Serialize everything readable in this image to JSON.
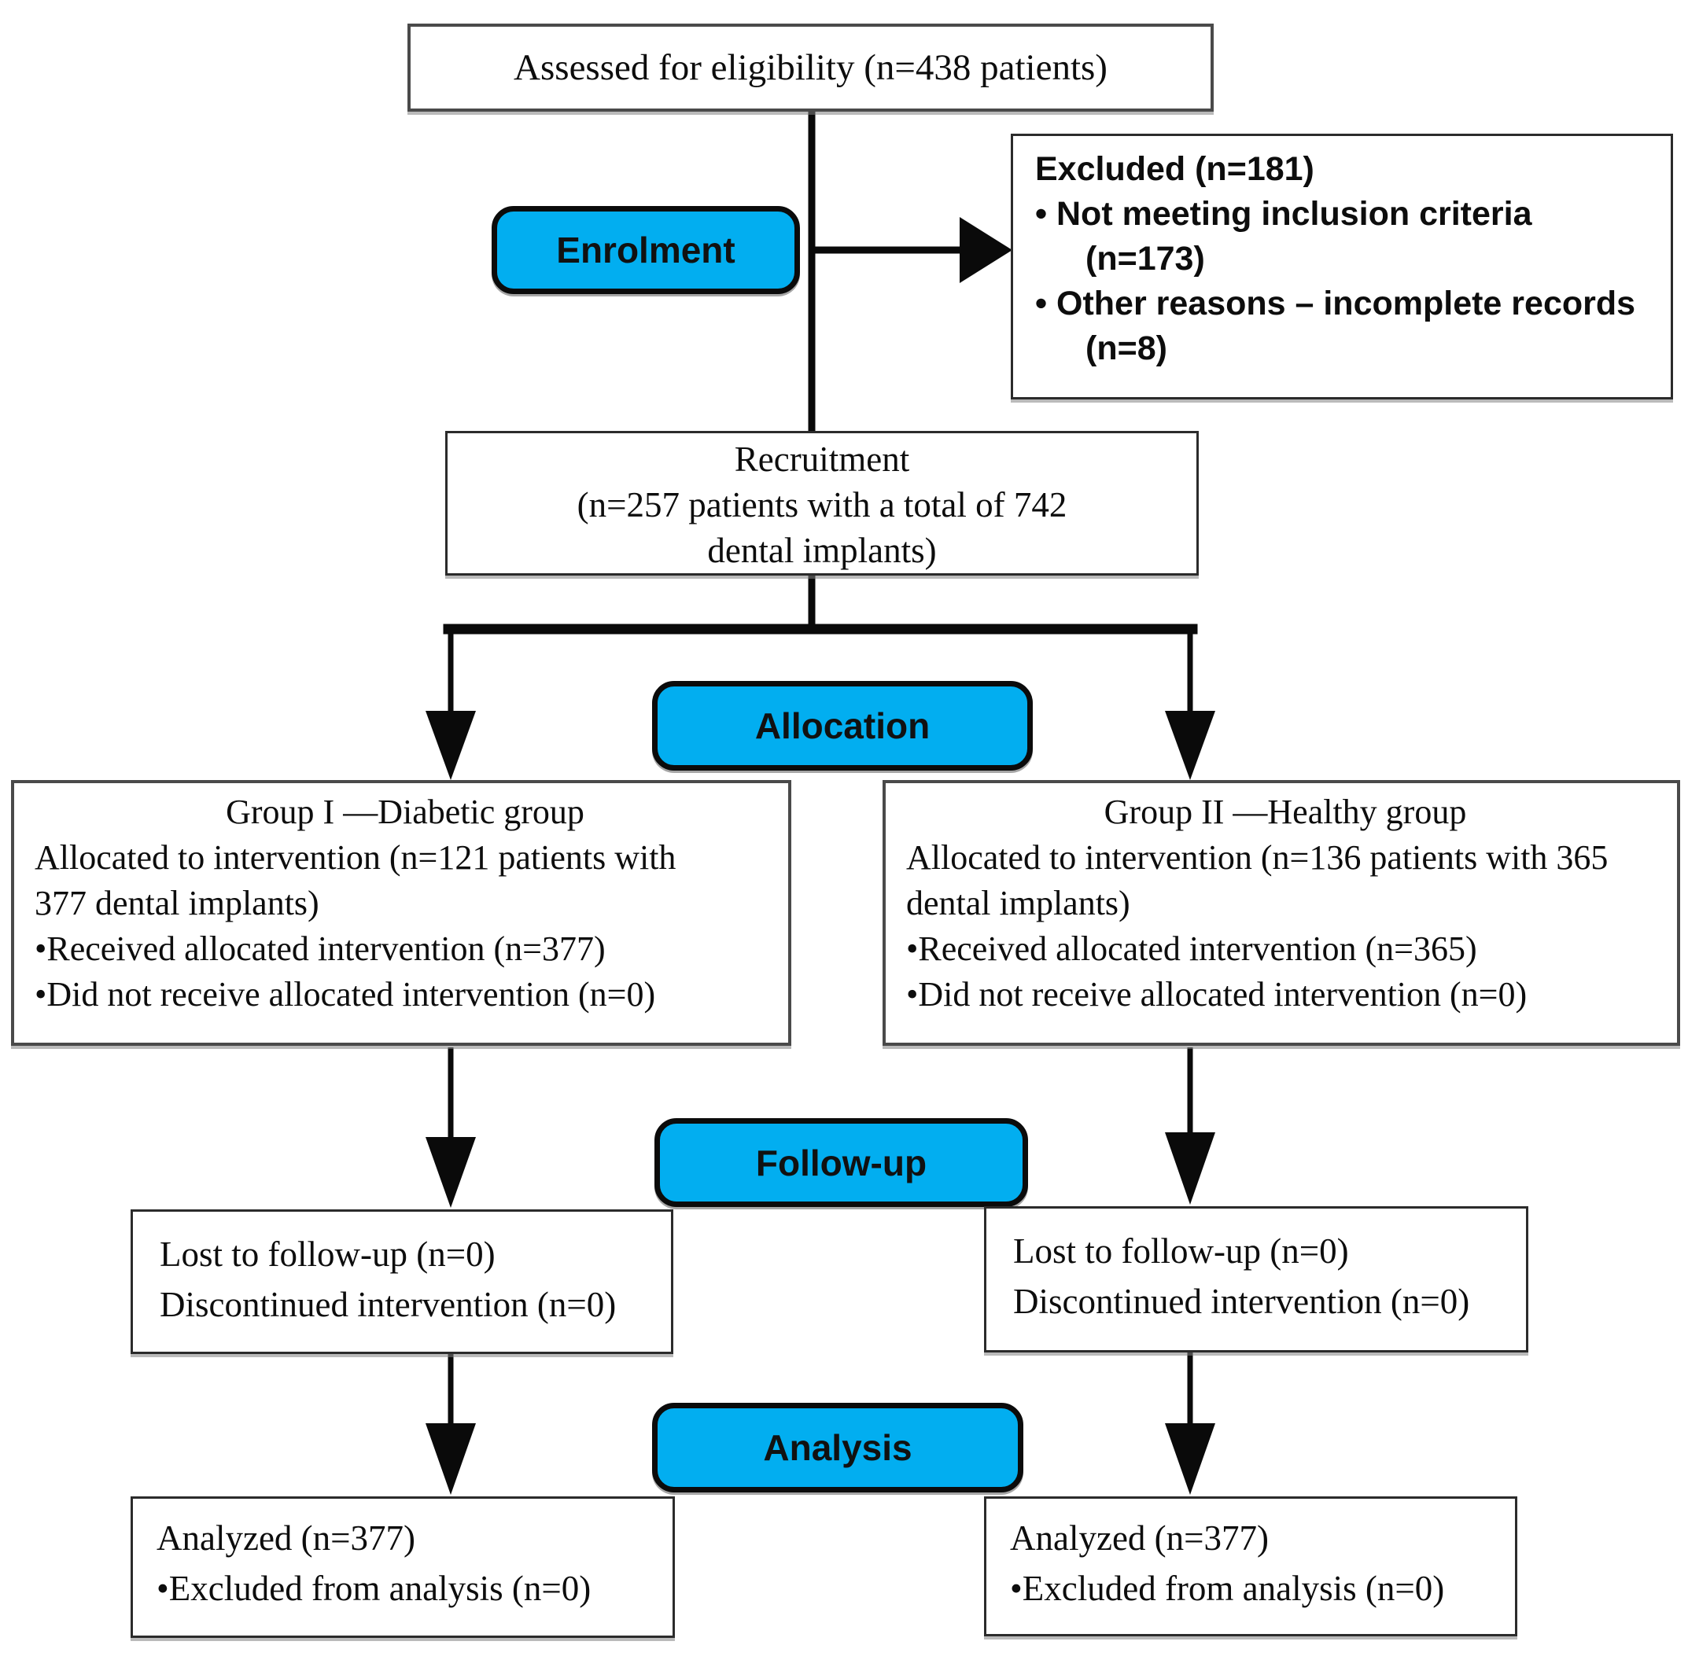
{
  "diagram": {
    "name": "CONSORT participant flow diagram",
    "colors": {
      "accent": "#02AEF0",
      "line": "#0a0a0a",
      "box_border": "#4a4a4a"
    },
    "stages": {
      "enrolment": "Enrolment",
      "allocation": "Allocation",
      "followup": "Follow-up",
      "analysis": "Analysis"
    },
    "boxes": {
      "assessed": {
        "lines": [
          "Assessed for eligibility (n=438 patients)"
        ]
      },
      "excluded": {
        "lines": [
          "Excluded (n=181)",
          "• Not meeting inclusion criteria",
          "(n=173)",
          "• Other reasons – incomplete records",
          "(n=8)"
        ]
      },
      "recruitment": {
        "lines": [
          "Recruitment",
          "(n=257 patients with a total of 742",
          "dental implants)"
        ]
      },
      "group1": {
        "lines": [
          "Group I —Diabetic group",
          "Allocated to intervention (n=121 patients with",
          "377 dental implants)",
          "•Received allocated intervention (n=377)",
          "•Did not receive allocated intervention (n=0)"
        ]
      },
      "group2": {
        "lines": [
          "Group II —Healthy group",
          "Allocated to intervention (n=136 patients with 365",
          "dental implants)",
          "•Received allocated intervention (n=365)",
          "•Did not receive allocated intervention (n=0)"
        ]
      },
      "followup1": {
        "lines": [
          "Lost to follow-up (n=0)",
          "Discontinued intervention (n=0)"
        ]
      },
      "followup2": {
        "lines": [
          "Lost to follow-up (n=0)",
          "Discontinued intervention (n=0)"
        ]
      },
      "analysis1": {
        "lines": [
          "Analyzed (n=377)",
          "•Excluded from analysis (n=0)"
        ]
      },
      "analysis2": {
        "lines": [
          "Analyzed (n=377)",
          "•Excluded from analysis (n=0)"
        ]
      }
    }
  }
}
